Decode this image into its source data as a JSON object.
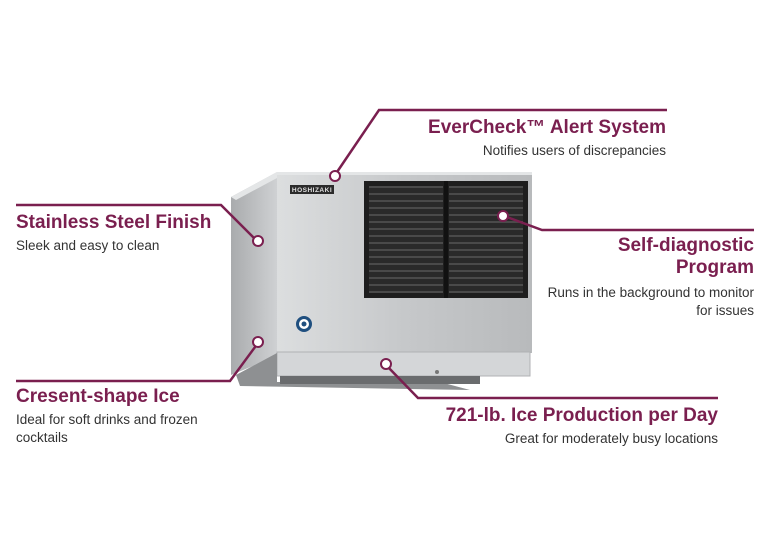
{
  "colors": {
    "accent": "#7a1f4f",
    "text": "#333333",
    "steel": "#c9cbcd"
  },
  "product": {
    "brand": "HOSHIZAKI"
  },
  "callouts": {
    "alert": {
      "title": "EverCheck™ Alert System",
      "description": "Notifies users of discrepancies"
    },
    "steel": {
      "title": "Stainless Steel Finish",
      "description": "Sleek and easy to clean"
    },
    "diagnostic": {
      "title": "Self-diagnostic Program",
      "description": "Runs in the background to monitor for issues"
    },
    "ice": {
      "title": "Cresent-shape Ice",
      "description": "Ideal for soft drinks and frozen cocktails"
    },
    "production": {
      "title": "721-lb. Ice Production per Day",
      "description": "Great for moderately busy locations"
    }
  }
}
